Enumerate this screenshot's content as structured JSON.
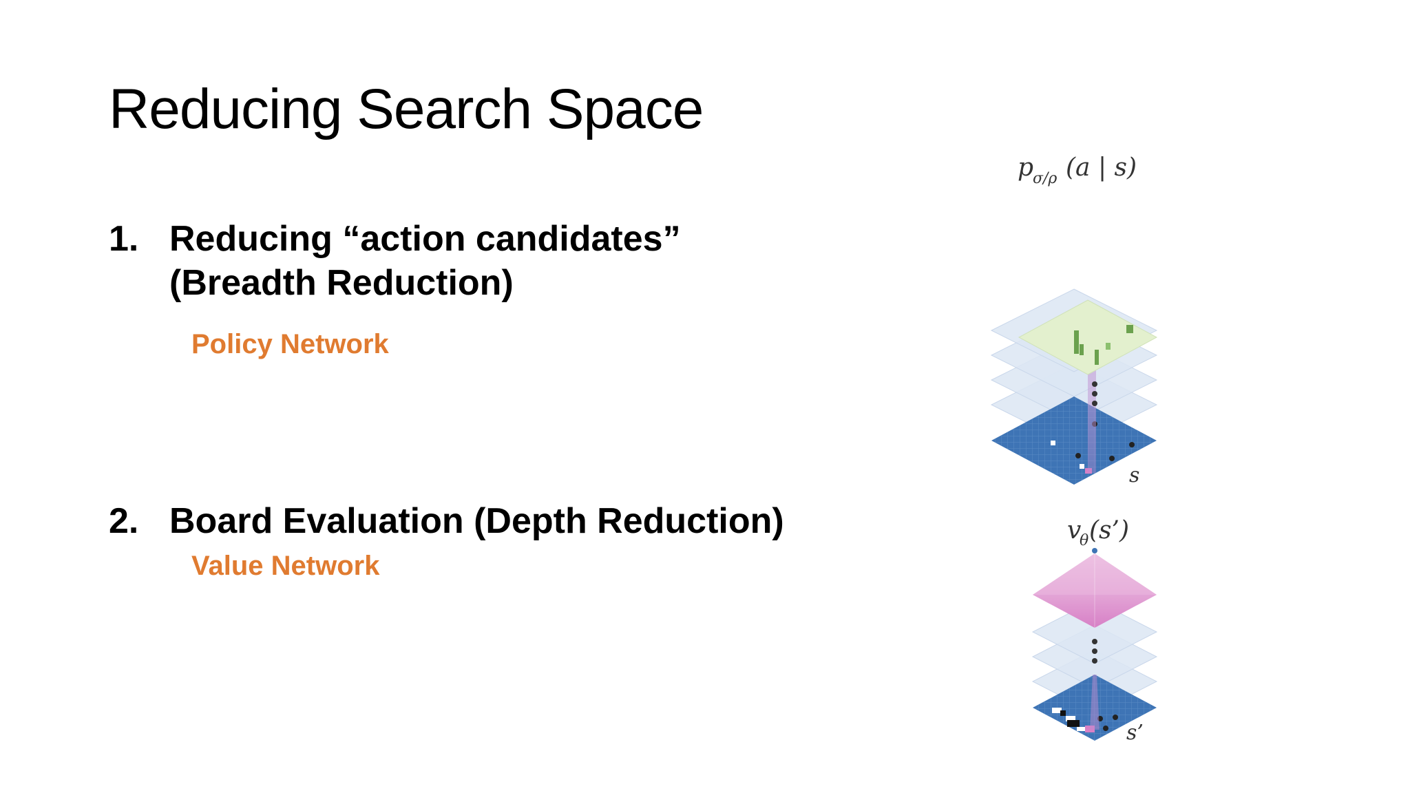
{
  "slide": {
    "title": "Reducing Search Space",
    "items": [
      {
        "number": "1.",
        "line1": "Reducing “action candidates”",
        "line2": "(Breadth Reduction)",
        "sub_label": "Policy Network"
      },
      {
        "number": "2.",
        "line1": "Board Evaluation (Depth Reduction)",
        "sub_label": "Value Network"
      }
    ]
  },
  "figure": {
    "policy_label_main": "p",
    "policy_label_sub": "σ/ρ",
    "policy_label_args": "(a | s)",
    "policy_input_label": "s",
    "value_label_main": "v",
    "value_label_sub": "θ",
    "value_label_args": "(s’)",
    "value_input_label": "s’"
  },
  "colors": {
    "accent": "#E07B30",
    "text": "#000000",
    "board_blue": "#3E74B5",
    "layer_light": "#DCE6F3",
    "policy_green": "#E3F0CE",
    "value_pink": "#D985C9"
  }
}
